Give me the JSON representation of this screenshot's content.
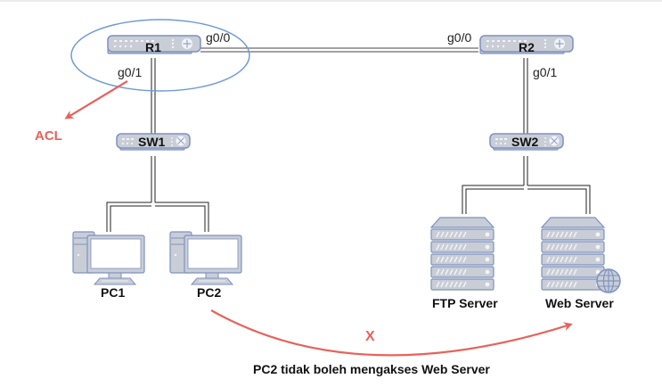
{
  "diagram": {
    "devices": {
      "r1": {
        "label": "R1",
        "type": "router"
      },
      "r2": {
        "label": "R2",
        "type": "router"
      },
      "sw1": {
        "label": "SW1",
        "type": "switch"
      },
      "sw2": {
        "label": "SW2",
        "type": "switch"
      },
      "pc1": {
        "label": "PC1",
        "type": "pc"
      },
      "pc2": {
        "label": "PC2",
        "type": "pc"
      },
      "ftp": {
        "label": "FTP Server",
        "type": "server"
      },
      "web": {
        "label": "Web Server",
        "type": "web-server"
      }
    },
    "ports": {
      "r1_g00": "g0/0",
      "r1_g01": "g0/1",
      "r2_g00": "g0/0",
      "r2_g01": "g0/1"
    },
    "annotations": {
      "acl": "ACL",
      "block_mark": "X",
      "caption": "PC2 tidak boleh mengakses Web Server"
    },
    "colors": {
      "accent_red": "#e8625b",
      "highlight_blue": "#6f9bd8",
      "device_fill": "#c9cdd6",
      "device_stroke": "#7d92c0"
    }
  }
}
